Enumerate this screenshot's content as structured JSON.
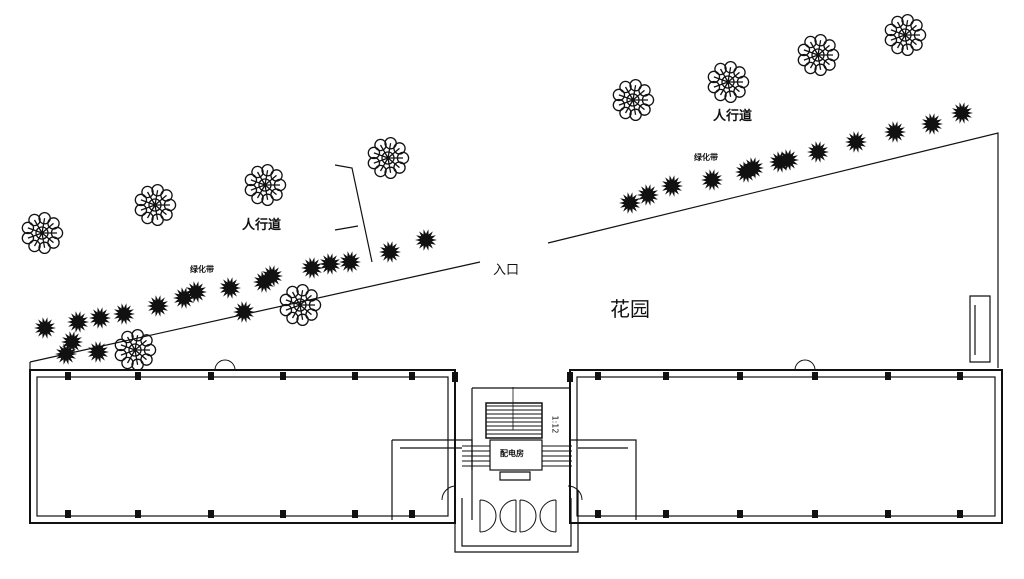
{
  "labels": {
    "sidewalk_left": "人行道",
    "sidewalk_right": "人行道",
    "greenbelt_left": "绿化带",
    "greenbelt_right": "绿化带",
    "entrance": "入口",
    "garden": "花园",
    "power_room": "配电房",
    "ramp_slope": "1:12"
  },
  "colors": {
    "line": "#111111",
    "background": "#ffffff"
  }
}
